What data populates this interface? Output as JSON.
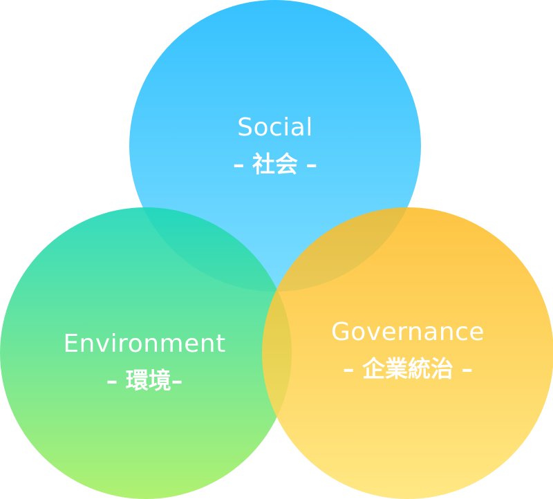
{
  "circles": {
    "social": {
      "title": "Social",
      "subtitle": "– 社会 –",
      "color_top": "#2BBEFE",
      "color_bottom": "#74DBFF"
    },
    "environment": {
      "title": "Environment",
      "subtitle": "– 環境–",
      "color_top": "#1DD7B8",
      "color_bottom": "#A8F060"
    },
    "governance": {
      "title": "Governance",
      "subtitle": "– 企業統治 –",
      "color_top": "#FDBA22",
      "color_bottom": "#FFE46E"
    }
  }
}
